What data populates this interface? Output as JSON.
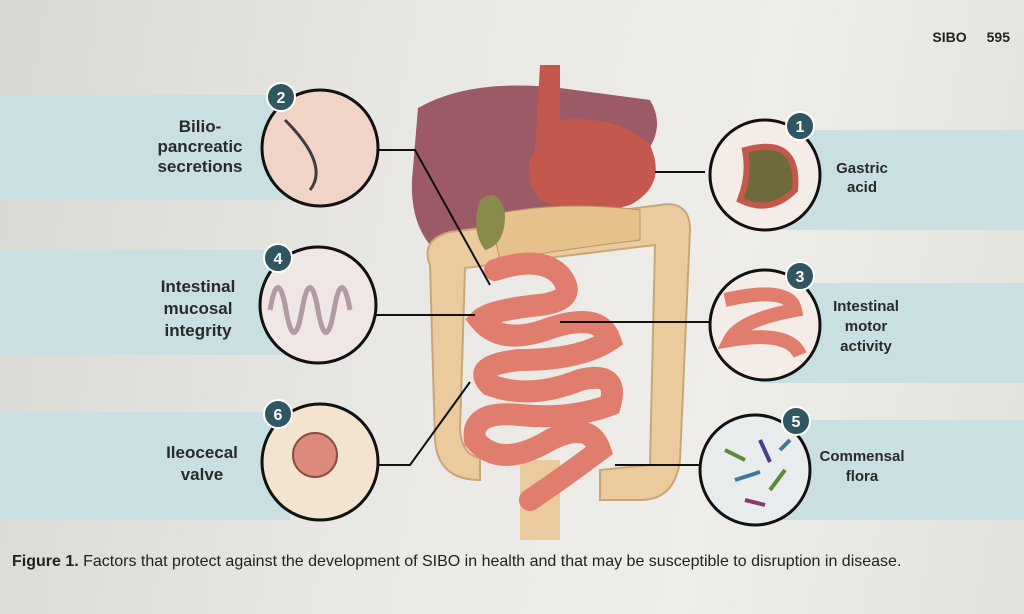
{
  "header": {
    "running_title": "SIBO",
    "page_number": "595"
  },
  "figure": {
    "factors": [
      {
        "number": "1",
        "lines": [
          "Gastric",
          "acid"
        ]
      },
      {
        "number": "2",
        "lines": [
          "Bilio-",
          "pancreatic",
          "secretions"
        ]
      },
      {
        "number": "3",
        "lines": [
          "Intestinal",
          "motor",
          "activity"
        ]
      },
      {
        "number": "4",
        "lines": [
          "Intestinal",
          "mucosal",
          "integrity"
        ]
      },
      {
        "number": "5",
        "lines": [
          "Commensal",
          "flora"
        ]
      },
      {
        "number": "6",
        "lines": [
          "Ileocecal",
          "valve"
        ]
      }
    ],
    "colors": {
      "band": "#c9dfe1",
      "badge": "#2f5661",
      "liver": "#9b5a66",
      "stomach": "#c4584c",
      "colon": "#ebcb9d",
      "small_intestine": "#e07d6d"
    }
  },
  "caption": {
    "label": "Figure 1.",
    "text": " Factors that protect against the development of SIBO in health and that may be susceptible to disruption in disease."
  }
}
